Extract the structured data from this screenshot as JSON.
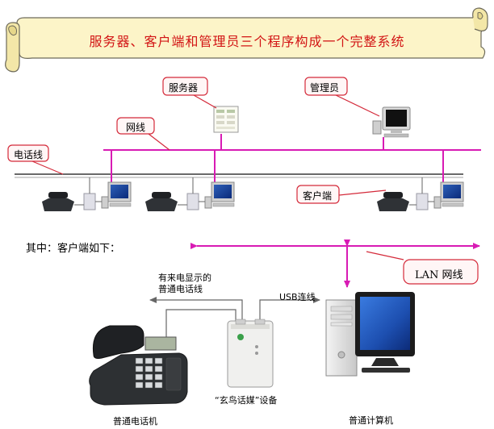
{
  "banner": {
    "title": "服务器、客户端和管理员三个程序构成一个完整系统"
  },
  "network": {
    "server_label": "服务器",
    "admin_label": "管理员",
    "network_line_label": "网线",
    "phone_line_label": "电话线",
    "client_label": "客户端"
  },
  "detail": {
    "intro": "其中：客户端如下：",
    "lan_label": "LAN 网线",
    "caller_id_line": [
      "有来电显示的",
      "普通电话线"
    ],
    "usb_label": "USB连线",
    "device_label": "“玄鸟话媒”设备",
    "phone_label": "普通电话机",
    "computer_label": "普通计算机"
  },
  "colors": {
    "magenta": "#d81bb4",
    "callout_fill": "#fff6f6",
    "callout_stroke": "#d42a3a",
    "scroll_fill": "#fcf4c8",
    "title_red": "#d21414"
  }
}
